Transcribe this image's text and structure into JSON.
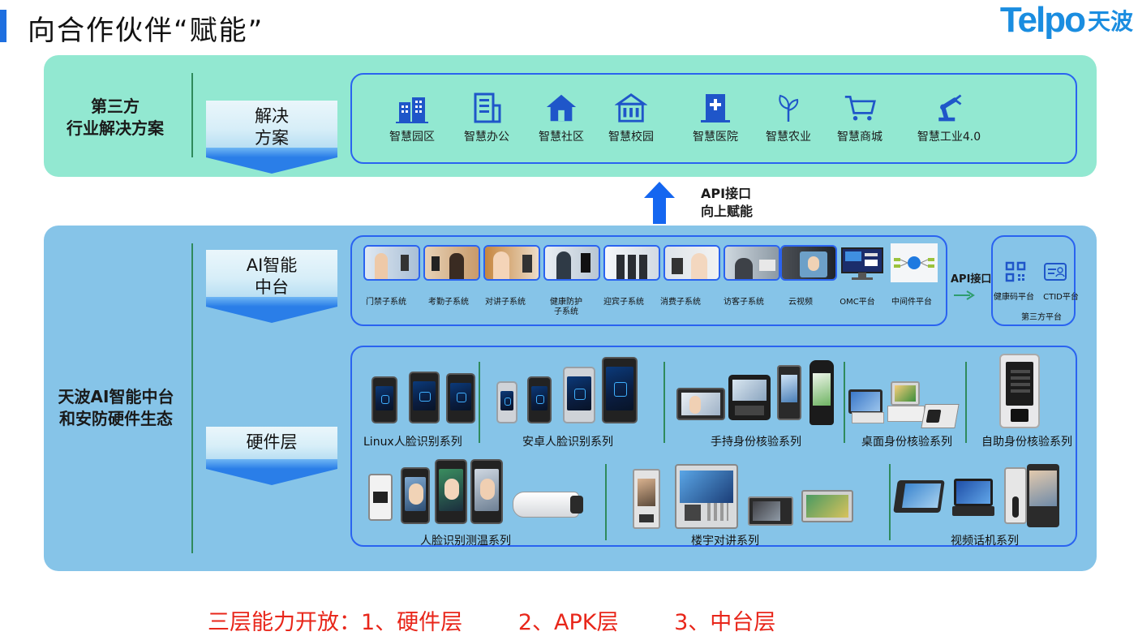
{
  "header": {
    "title": "向合作伙伴“赋能”",
    "logo_latin": "Telpo",
    "logo_cn": "天波"
  },
  "top": {
    "side_label": "第三方\n行业解决方案",
    "banner": "解决\n方案",
    "solutions": [
      {
        "label": "智慧园区",
        "icon": "office-buildings-icon"
      },
      {
        "label": "智慧办公",
        "icon": "office-building-icon"
      },
      {
        "label": "智慧社区",
        "icon": "home-icon"
      },
      {
        "label": "智慧校园",
        "icon": "school-icon"
      },
      {
        "label": "智慧医院",
        "icon": "hospital-icon"
      },
      {
        "label": "智慧农业",
        "icon": "sprout-icon"
      },
      {
        "label": "智慧商城",
        "icon": "shopping-cart-icon"
      },
      {
        "label": "智慧工业4.0",
        "icon": "robot-arm-icon"
      }
    ]
  },
  "api_up": {
    "line1": "API接口",
    "line2": "向上赋能"
  },
  "middle": {
    "side_label": "天波AI智能中台\n和安防硬件生态",
    "banner_ai": "AI智能\n中台",
    "banner_hw": "硬件层",
    "subsystems": [
      "门禁子系统",
      "考勤子系统",
      "对讲子系统",
      "健康防护\n子系统",
      "迎宾子系统",
      "消费子系统",
      "访客子系统",
      "云视频",
      "OMC平台",
      "中间件平台"
    ],
    "api_right": "API接口",
    "third_party": {
      "items": [
        "健康码平台",
        "CTID平台"
      ],
      "label": "第三方平台",
      "icons": [
        "qr-code-icon",
        "id-card-icon"
      ]
    },
    "hardware_row1": [
      "Linux人脸识别系列",
      "安卓人脸识别系列",
      "手持身份核验系列",
      "桌面身份核验系列",
      "自助身份核验系列"
    ],
    "hardware_row2": [
      "人脸识别测温系列",
      "楼宇对讲系列",
      "视频话机系列"
    ]
  },
  "footer": "三层能力开放：1、硬件层        2、APK层        3、中台层",
  "colors": {
    "accent": "#2a63f0",
    "top_panel": "#92e8d1",
    "mid_panel": "#86c4e8",
    "footer_red": "#e8261a",
    "logo": "#1a8de0"
  }
}
